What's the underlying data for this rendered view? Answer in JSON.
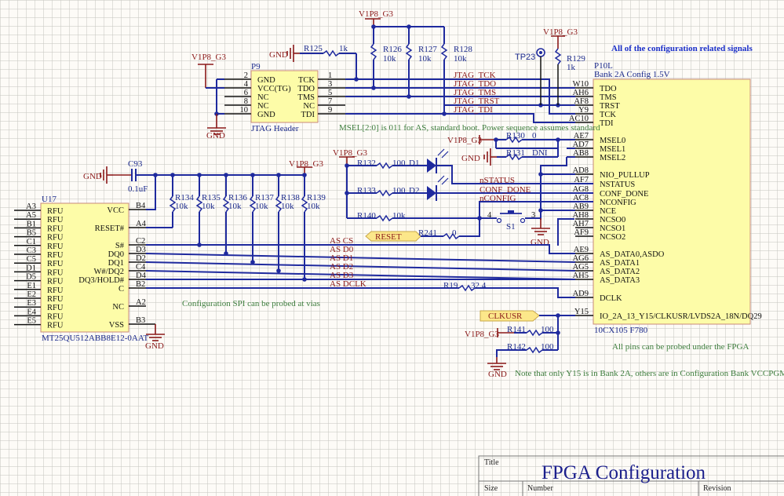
{
  "title_block": {
    "title_label": "Title",
    "title": "FPGA Configuration",
    "size_label": "Size",
    "number_label": "Number",
    "revision_label": "Revision"
  },
  "power_nets": {
    "v1p8": "V1P8_G3",
    "gnd": "GND"
  },
  "notes": {
    "header": "All of the configuration related signals",
    "msel": "MSEL[2:0] is 011 for AS, standard boot. Power sequence assumes standard",
    "spi_probe": "Configuration SPI can be probed at vias",
    "fpga_probe": "All pins can be probed under the FPGA",
    "bank_note": "Note that only Y15 is in Bank 2A, others are in Configuration Bank VCCPGM"
  },
  "jtag_header": {
    "ref": "P9",
    "name": "JTAG Header",
    "left_pins": [
      {
        "num": "2",
        "name": "GND"
      },
      {
        "num": "4",
        "name": "VCC(TG)"
      },
      {
        "num": "6",
        "name": "NC"
      },
      {
        "num": "8",
        "name": "NC"
      },
      {
        "num": "10",
        "name": "GND"
      }
    ],
    "right_pins": [
      {
        "num": "1",
        "name": "TCK"
      },
      {
        "num": "3",
        "name": "TDO"
      },
      {
        "num": "5",
        "name": "TMS"
      },
      {
        "num": "7",
        "name": "NC"
      },
      {
        "num": "9",
        "name": "TDI"
      }
    ]
  },
  "jtag_nets": [
    "JTAG_TCK",
    "JTAG_TDO",
    "JTAG_TMS",
    "JTAG_TRST",
    "JTAG_TDI"
  ],
  "resistors": {
    "R125": {
      "ref": "R125",
      "value": "1k"
    },
    "R126": {
      "ref": "R126",
      "value": "10k"
    },
    "R127": {
      "ref": "R127",
      "value": "10k"
    },
    "R128": {
      "ref": "R128",
      "value": "10k"
    },
    "R129": {
      "ref": "R129",
      "value": "1k"
    },
    "R130": {
      "ref": "R130",
      "value": "0"
    },
    "R131": {
      "ref": "R131",
      "value": "DNI"
    },
    "R132": {
      "ref": "R132",
      "value": "100"
    },
    "R133": {
      "ref": "R133",
      "value": "100"
    },
    "R140": {
      "ref": "R140",
      "value": "10k"
    },
    "R241": {
      "ref": "R241",
      "value": "0"
    },
    "R134": {
      "ref": "R134",
      "value": "10k"
    },
    "R135": {
      "ref": "R135",
      "value": "10k"
    },
    "R136": {
      "ref": "R136",
      "value": "10k"
    },
    "R137": {
      "ref": "R137",
      "value": "10k"
    },
    "R138": {
      "ref": "R138",
      "value": "10k"
    },
    "R139": {
      "ref": "R139",
      "value": "10k"
    },
    "R19": {
      "ref": "R19",
      "value": "32.4"
    },
    "R141": {
      "ref": "R141",
      "value": "100"
    },
    "R142": {
      "ref": "R142",
      "value": "100"
    }
  },
  "capacitor": {
    "ref": "C93",
    "value": "0.1uF"
  },
  "test_point": {
    "ref": "TP23"
  },
  "leds": {
    "d1": "D1",
    "d2": "D2"
  },
  "switch": {
    "ref": "S1",
    "pin_left": "4",
    "pin_right": "3"
  },
  "ctrl_nets": [
    "nSTATUS",
    "CONF_DONE",
    "nCONFIG"
  ],
  "ports": {
    "reset": "RESET",
    "clkusr": "CLKUSR"
  },
  "flash": {
    "ref": "U17",
    "part": "MT25QU512ABB8E12-0AAT",
    "left_pins": [
      {
        "num": "A3",
        "name": "RFU"
      },
      {
        "num": "A5",
        "name": "RFU"
      },
      {
        "num": "B1",
        "name": "RFU"
      },
      {
        "num": "B5",
        "name": "RFU"
      },
      {
        "num": "C1",
        "name": "RFU"
      },
      {
        "num": "C3",
        "name": "RFU"
      },
      {
        "num": "C5",
        "name": "RFU"
      },
      {
        "num": "D1",
        "name": "RFU"
      },
      {
        "num": "D5",
        "name": "RFU"
      },
      {
        "num": "E1",
        "name": "RFU"
      },
      {
        "num": "E2",
        "name": "RFU"
      },
      {
        "num": "E3",
        "name": "RFU"
      },
      {
        "num": "E4",
        "name": "RFU"
      },
      {
        "num": "E5",
        "name": "RFU"
      }
    ],
    "right_pins": [
      {
        "num": "B4",
        "name": "VCC"
      },
      {
        "num": "A4",
        "name": "RESET#"
      },
      {
        "num": "C2",
        "name": "S#"
      },
      {
        "num": "D3",
        "name": "DQ0"
      },
      {
        "num": "D2",
        "name": "DQ1"
      },
      {
        "num": "C4",
        "name": "W#/DQ2"
      },
      {
        "num": "D4",
        "name": "DQ3/HOLD#"
      },
      {
        "num": "B2",
        "name": "C"
      },
      {
        "num": "A2",
        "name": "NC"
      },
      {
        "num": "B3",
        "name": "VSS"
      }
    ]
  },
  "as_nets": [
    "AS_CS",
    "AS_D0",
    "AS_D1",
    "AS_D2",
    "AS_D3",
    "AS_DCLK"
  ],
  "fpga": {
    "ref": "P10L",
    "bank": "Bank 2A Config 1.5V",
    "part": "10CX105 F780",
    "pins": [
      {
        "num": "W10",
        "name": "TDO"
      },
      {
        "num": "AH6",
        "name": "TMS"
      },
      {
        "num": "AF8",
        "name": "TRST"
      },
      {
        "num": "Y9",
        "name": "TCK"
      },
      {
        "num": "AC10",
        "name": "TDI"
      },
      {
        "num": "AE7",
        "name": "MSEL0"
      },
      {
        "num": "AD7",
        "name": "MSEL1"
      },
      {
        "num": "AB8",
        "name": "MSEL2"
      },
      {
        "num": "AD8",
        "name": "NIO_PULLUP"
      },
      {
        "num": "AF7",
        "name": "NSTATUS"
      },
      {
        "num": "AG8",
        "name": "CONF_DONE"
      },
      {
        "num": "AC8",
        "name": "NCONFIG"
      },
      {
        "num": "AB9",
        "name": "NCE"
      },
      {
        "num": "AH8",
        "name": "NCSO0"
      },
      {
        "num": "AH7",
        "name": "NCSO1"
      },
      {
        "num": "AF9",
        "name": "NCSO2"
      },
      {
        "num": "AE9",
        "name": "AS_DATA0,ASDO"
      },
      {
        "num": "AG6",
        "name": "AS_DATA1"
      },
      {
        "num": "AG5",
        "name": "AS_DATA2"
      },
      {
        "num": "AH5",
        "name": "AS_DATA3"
      },
      {
        "num": "AD9",
        "name": "DCLK"
      },
      {
        "num": "Y15",
        "name": "IO_2A_13_Y15/CLKUSR/LVDS2A_18N/DQ29"
      }
    ]
  }
}
